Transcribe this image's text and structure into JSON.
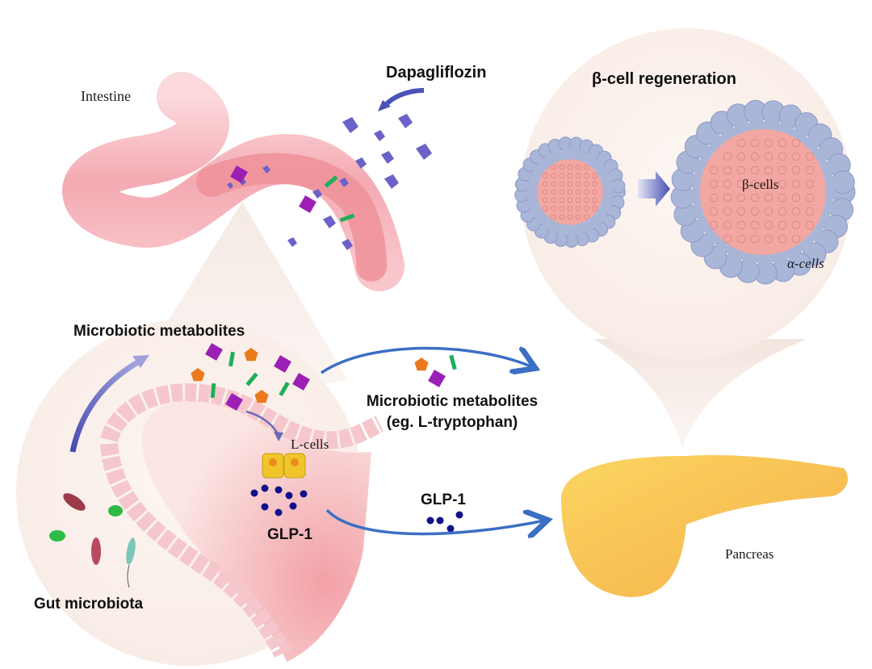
{
  "labels": {
    "intestine": "Intestine",
    "dapagliflozin": "Dapagliflozin",
    "beta_cell_regeneration": "β-cell regeneration",
    "beta_cells": "β-cells",
    "alpha_cells": "α-cells",
    "microbiotic_metabolites": "Microbiotic metabolites",
    "l_cells": "L-cells",
    "glp1_inset": "GLP-1",
    "gut_microbiota": "Gut microbiota",
    "metabolites_path_line1": "Microbiotic metabolites",
    "metabolites_path_line2": "(eg. L-tryptophan)",
    "glp1_path": "GLP-1",
    "pancreas": "Pancreas"
  },
  "colors": {
    "intestine_pink": "#f2a6ae",
    "lumen_pink": "#e8838c",
    "drug_purple": "#6a62c8",
    "metabolite_square": "#9b1fb5",
    "metabolite_pentagon": "#ec7a1c",
    "metabolite_rod": "#1fae5a",
    "glp1_dot": "#12118a",
    "arrow_blue": "#3b6fc4",
    "islet_pink": "#f2a7a2",
    "islet_blue": "#a9b6d8",
    "pancreas_yellow": "#f7c456",
    "inset_bg": "#fbf2ee",
    "lcell_yellow": "#efc52a"
  },
  "legend_semantics": {
    "purple_polyhedra": "Dapagliflozin",
    "squares_pentagons_rods": "Microbiotic metabolites",
    "navy_dots": "GLP-1"
  }
}
